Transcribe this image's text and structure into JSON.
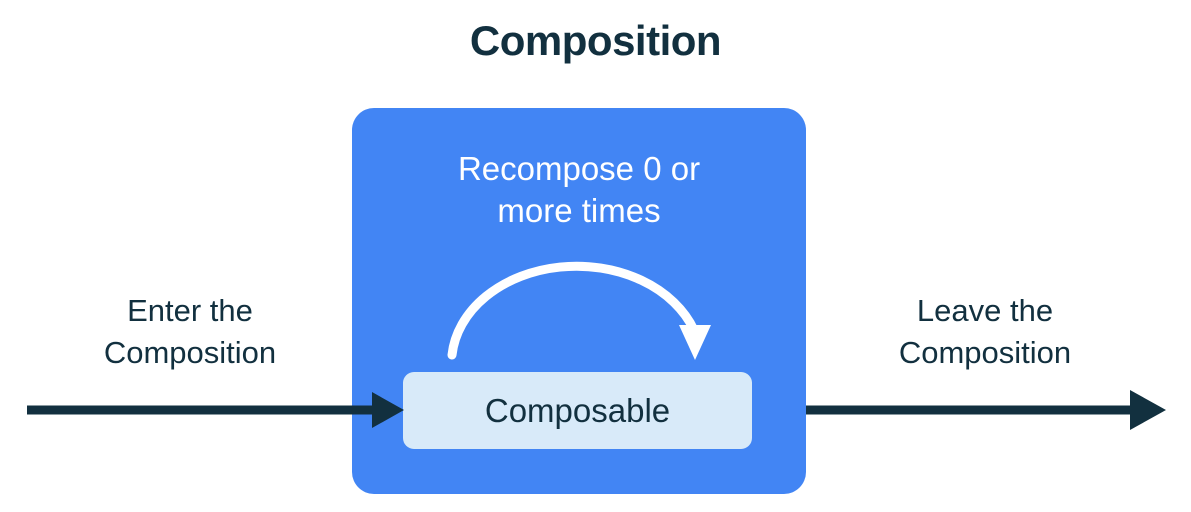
{
  "page": {
    "title": "Composition",
    "background_color": "#ffffff"
  },
  "colors": {
    "navy": "#12303f",
    "blue": "#4285f4",
    "light_blue": "#d8eaf9",
    "white": "#ffffff"
  },
  "composition_box": {
    "name": "composition-region",
    "fill": "#4285f4",
    "recompose_label": {
      "line1": "Recompose 0 or",
      "line2": "more times",
      "color": "#ffffff"
    },
    "loop_arrow": {
      "name": "recompose-loop-arrow",
      "color": "#ffffff",
      "direction": "clockwise"
    },
    "composable": {
      "label": "Composable",
      "fill": "#d8eaf9",
      "text_color": "#12303f"
    }
  },
  "flow": {
    "enter": {
      "line1": "Enter the",
      "line2": "Composition",
      "arrow_name": "enter-arrow",
      "arrow_color": "#12303f",
      "direction": "right"
    },
    "leave": {
      "line1": "Leave the",
      "line2": "Composition",
      "arrow_name": "leave-arrow",
      "arrow_color": "#12303f",
      "direction": "right"
    }
  }
}
